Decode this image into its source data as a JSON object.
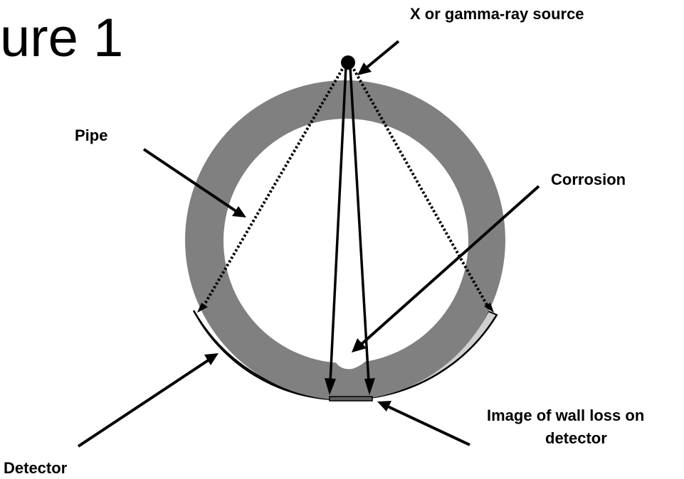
{
  "slide": {
    "title": "ure 1"
  },
  "labels": {
    "source": "X or gamma-ray source",
    "pipe": "Pipe",
    "corrosion": "Corrosion",
    "image_line1": "Image of wall loss on",
    "image_line2": "detector",
    "detector": "Detector"
  },
  "colors": {
    "pipe_wall": "#808080",
    "detector_fill": "#d0d0d0",
    "detector_stroke": "#000000",
    "ink": "#000000",
    "background": "#ffffff"
  }
}
